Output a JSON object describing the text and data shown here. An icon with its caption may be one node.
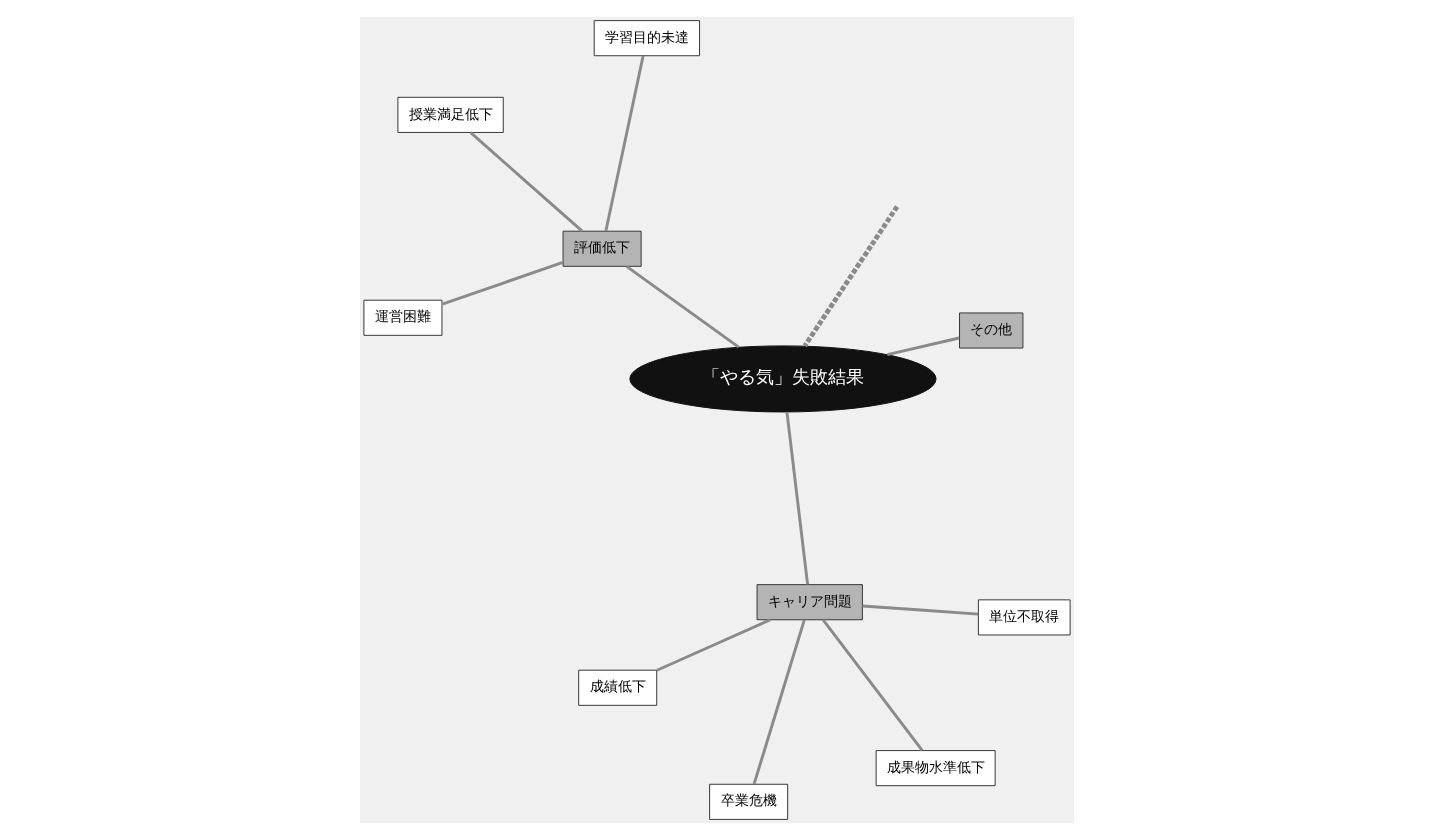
{
  "diagram": {
    "nodes": [
      {
        "text": [
          "運営困難"
        ]
      },
      {
        "text": [
          "学習目的未達"
        ]
      },
      {
        "text": [
          "卒業危機"
        ]
      },
      {
        "text": [
          "授業満足低下"
        ]
      },
      {
        "text": [
          "単位不取得"
        ]
      },
      {
        "text": [
          "キャリア問題"
        ]
      },
      {
        "text": [
          "評価低下"
        ]
      },
      {
        "text": [
          "「やる気」失敗結果"
        ]
      },
      {
        "text": [
          "成績低下"
        ]
      },
      {
        "text": [
          "その他"
        ]
      },
      {
        "text": [
          "成果物水準低下"
        ]
      }
    ],
    "edges": [
      {
        "from": 5,
        "to": 7,
        "arrow": "none"
      },
      {
        "from": 6,
        "to": 7,
        "arrow": "none"
      },
      {
        "from": 9,
        "to": 7,
        "arrow": "none"
      },
      {
        "from": 2,
        "to": 5,
        "arrow": "none"
      },
      {
        "from": 4,
        "to": 5,
        "arrow": "none"
      },
      {
        "from": 8,
        "to": 5,
        "arrow": "none"
      },
      {
        "from": 10,
        "to": 5,
        "arrow": "none"
      },
      {
        "from": 0,
        "to": 6,
        "arrow": "none"
      },
      {
        "from": 1,
        "to": 6,
        "arrow": "none"
      },
      {
        "from": 3,
        "to": 6,
        "arrow": "none"
      },
      {
        "from": null,
        "to": 7,
        "arrow": "none",
        "style": "dashed"
      }
    ]
  }
}
